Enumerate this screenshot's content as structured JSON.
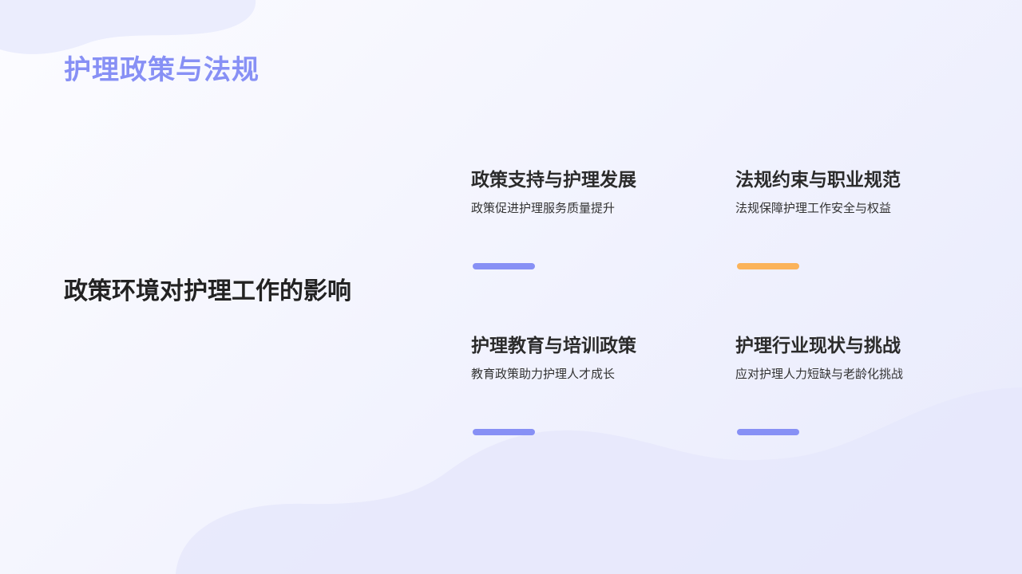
{
  "slide": {
    "title": "护理政策与法规",
    "subtitle": "政策环境对护理工作的影响"
  },
  "cards": [
    {
      "heading": "政策支持与护理发展",
      "description": "政策促进护理服务质量提升",
      "accent": "#8790f5"
    },
    {
      "heading": "法规约束与职业规范",
      "description": "法规保障护理工作安全与权益",
      "accent": "#fbb35a"
    },
    {
      "heading": "护理教育与培训政策",
      "description": "教育政策助力护理人才成长",
      "accent": "#8790f5"
    },
    {
      "heading": "护理行业现状与挑战",
      "description": "应对护理人力短缺与老龄化挑战",
      "accent": "#8790f5"
    }
  ],
  "colors": {
    "title": "#8790f5",
    "text": "#222222",
    "accent_blue": "#8790f5",
    "accent_orange": "#fbb35a",
    "blob": "#e4e7fc"
  }
}
